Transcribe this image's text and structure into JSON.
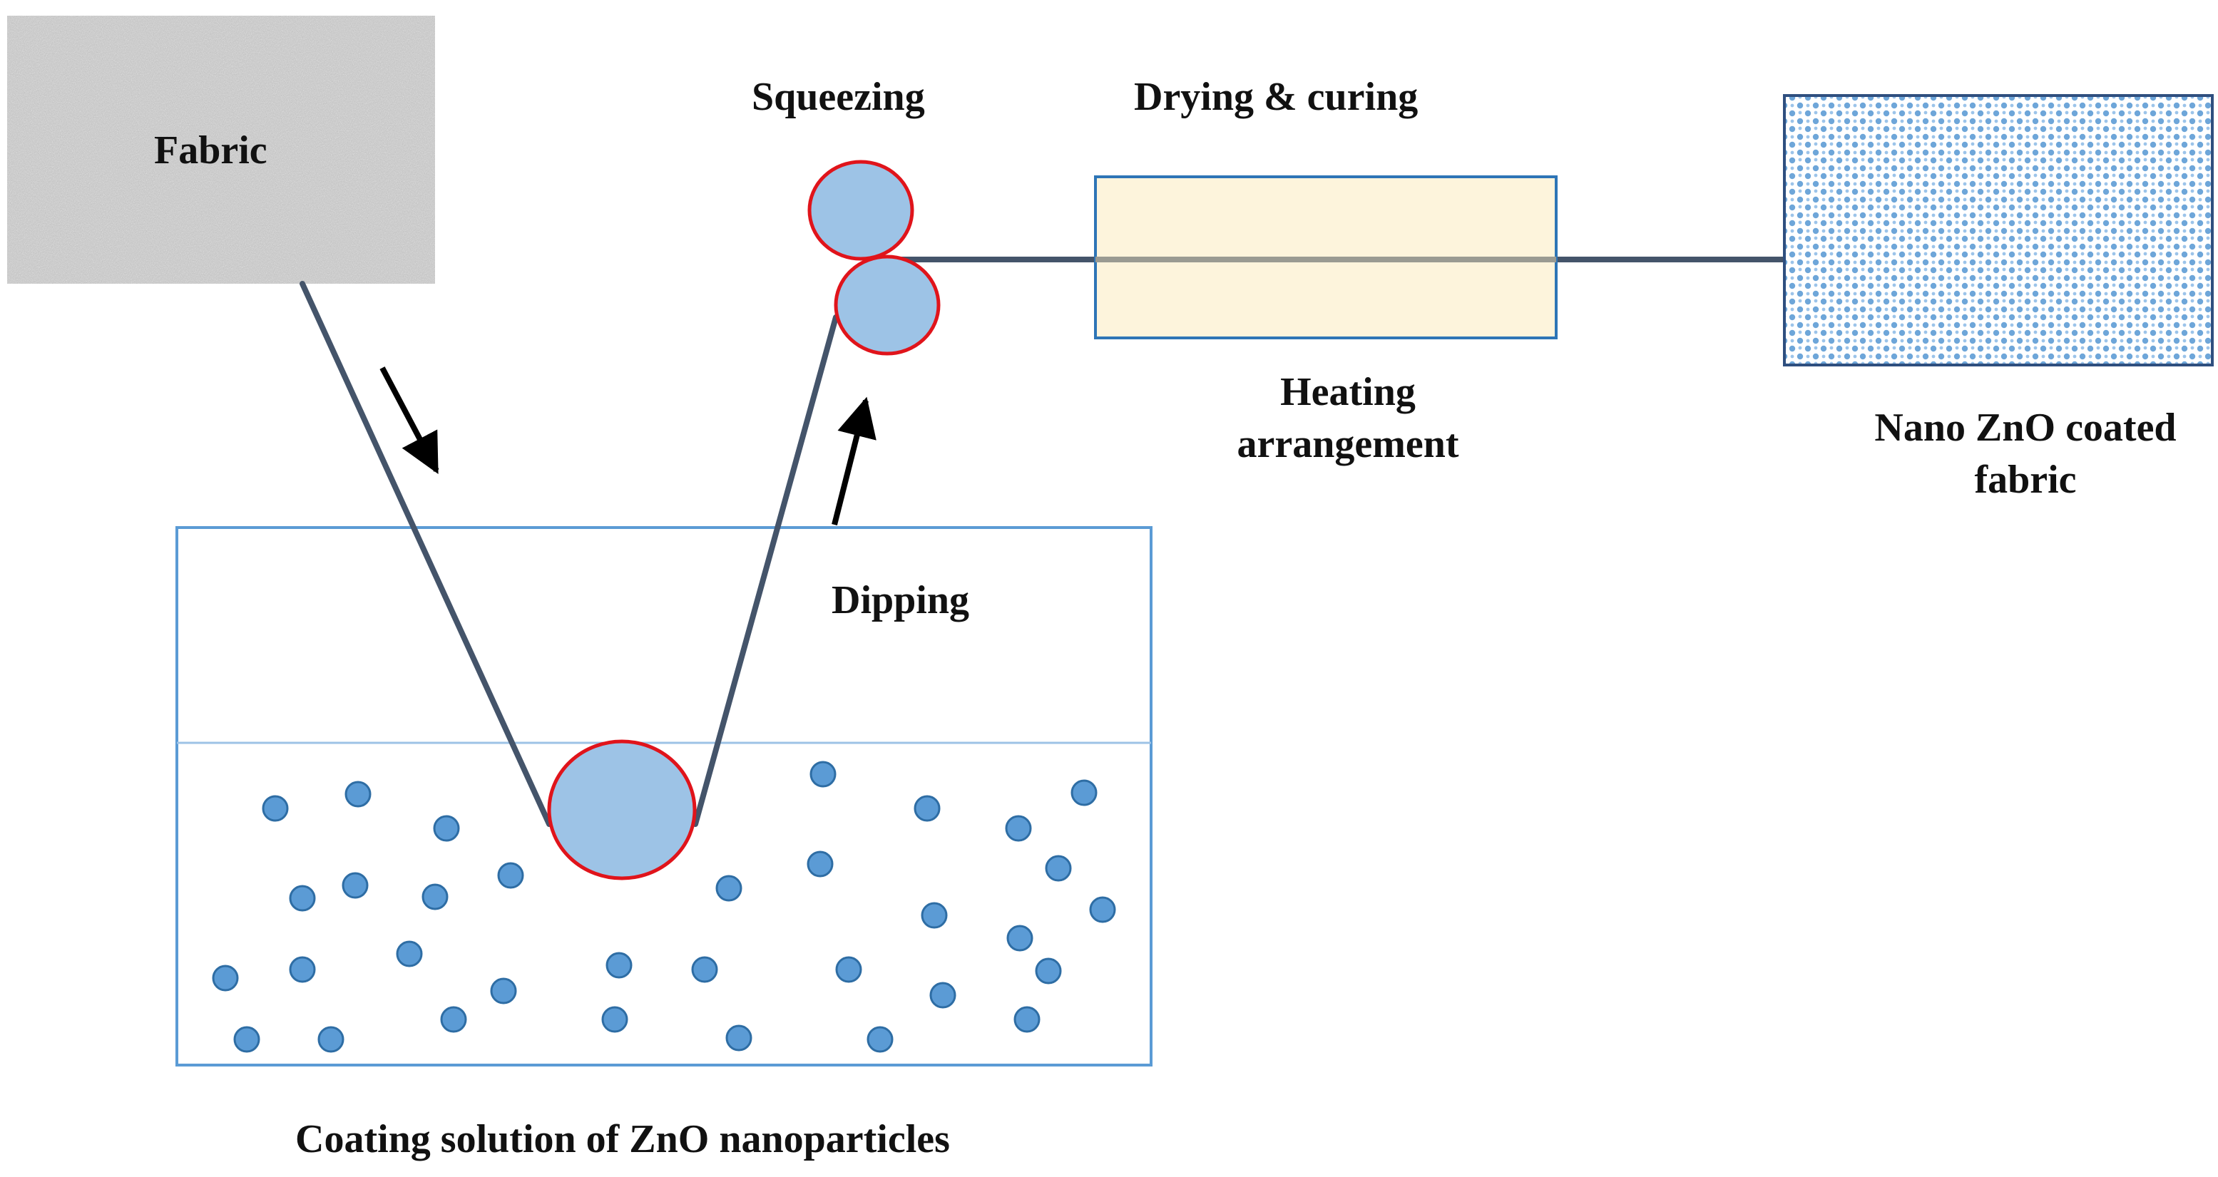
{
  "labels": {
    "fabric": "Fabric",
    "squeezing": "Squeezing",
    "drying_curing": "Drying & curing",
    "heating_line1": "Heating",
    "heating_line2": "arrangement",
    "coated_line1": "Nano ZnO coated",
    "coated_line2": "fabric",
    "dipping": "Dipping",
    "coating_solution": "Coating solution of ZnO nanoparticles"
  },
  "colors": {
    "fabric_line": "#44546a",
    "roller_fill": "#9dc3e6",
    "roller_stroke": "#e0141b",
    "particle_fill": "#5b9bd5",
    "particle_stroke": "#2e6da4",
    "bath_stroke": "#5b9bd5",
    "dryer_fill": "#fdf4dc",
    "dryer_stroke": "#2e75b6",
    "coated_stroke": "#2f4f7f",
    "coated_dot": "#6ea6d9",
    "fabric_texture": "#b8b8b8"
  }
}
